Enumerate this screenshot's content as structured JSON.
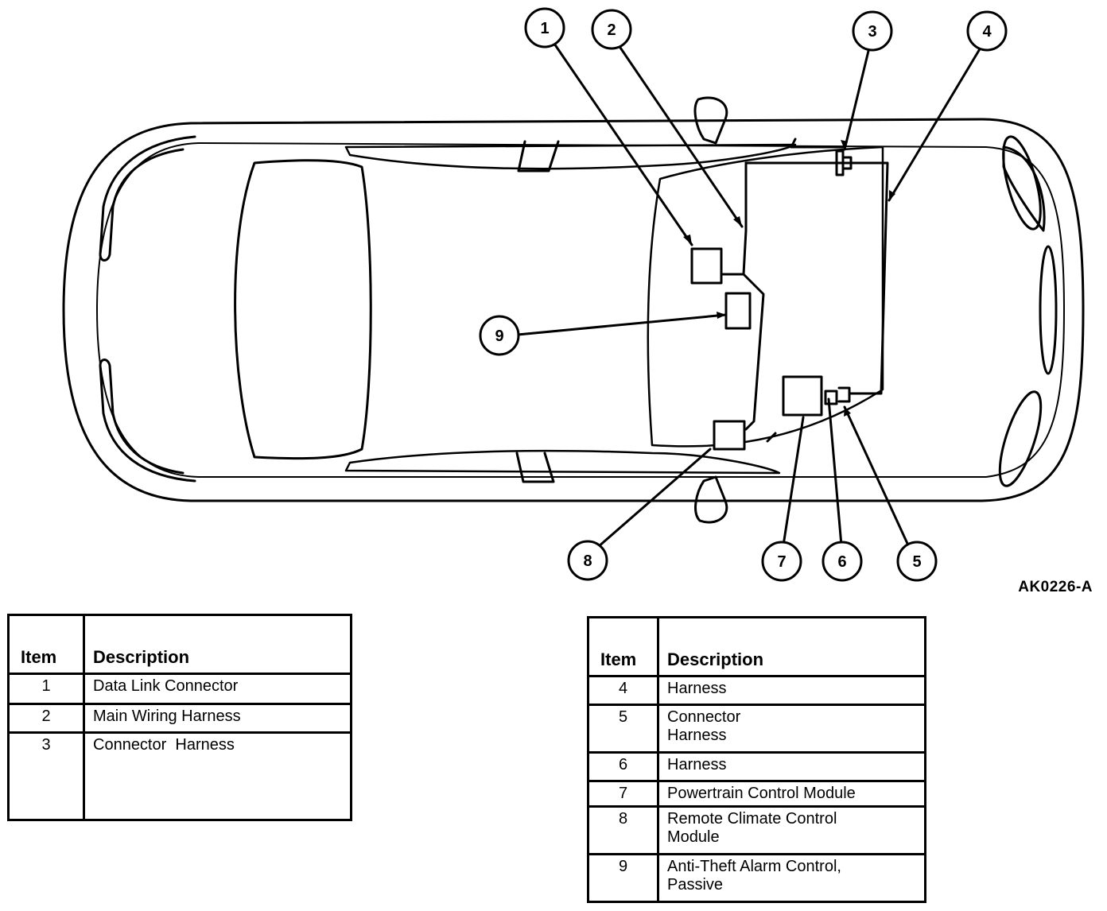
{
  "callouts": [
    {
      "number": "1",
      "target": "Data Link Connector"
    },
    {
      "number": "2",
      "target": "Main Wiring Harness"
    },
    {
      "number": "3",
      "target": "Connector Harness"
    },
    {
      "number": "4",
      "target": "Harness"
    },
    {
      "number": "5",
      "target": "Connector Harness"
    },
    {
      "number": "6",
      "target": "Harness"
    },
    {
      "number": "7",
      "target": "Powertrain Control Module"
    },
    {
      "number": "8",
      "target": "Remote Climate Control Module"
    },
    {
      "number": "9",
      "target": "Anti-Theft Alarm Control, Passive"
    }
  ],
  "figure_id": "AK0226-A",
  "legend_left": {
    "header_item": "Item",
    "header_desc": "Description",
    "rows": [
      {
        "item": "1",
        "desc": "Data Link Connector"
      },
      {
        "item": "2",
        "desc": "Main Wiring Harness"
      },
      {
        "item": "3",
        "desc": "Connector  Harness"
      }
    ]
  },
  "legend_right": {
    "header_item": "Item",
    "header_desc": "Description",
    "rows": [
      {
        "item": "4",
        "desc": "Harness"
      },
      {
        "item": "5",
        "desc": "Connector",
        "desc2": "Harness"
      },
      {
        "item": "6",
        "desc": "Harness"
      },
      {
        "item": "7",
        "desc": "Powertrain Control Module"
      },
      {
        "item": "8",
        "desc": "Remote Climate Control",
        "desc2": "Module"
      },
      {
        "item": "9",
        "desc": "Anti-Theft Alarm Control,",
        "desc2": "Passive"
      }
    ]
  }
}
